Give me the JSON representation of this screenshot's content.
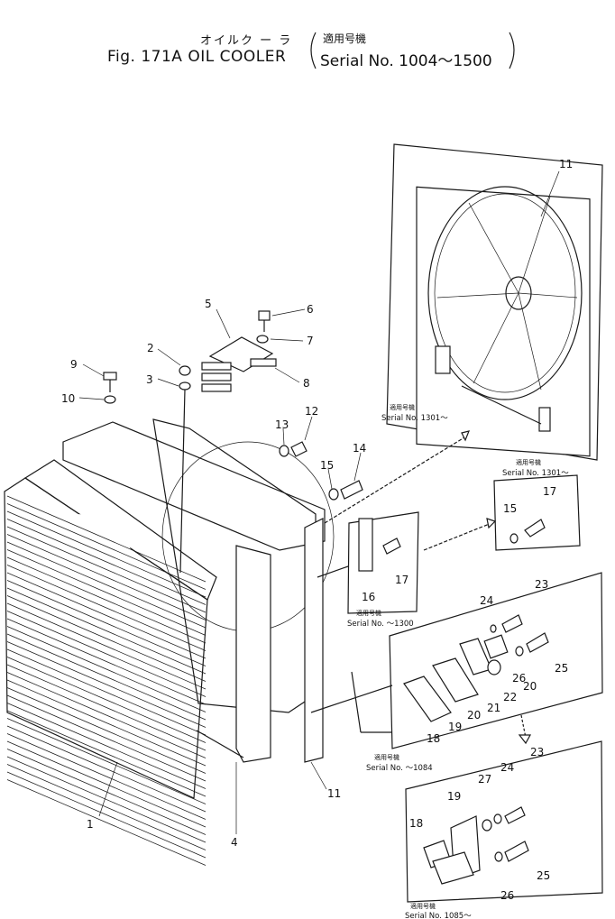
{
  "title": {
    "jp_main": "オイルク ー ラ",
    "jp_applicability": "適用号機",
    "figure": "Fig. 171A OIL COOLER",
    "serial_range": "Serial No. 1004～1500"
  },
  "applicability_notes": [
    {
      "jp": "適用号機",
      "serial": "Serial No. 1301～"
    },
    {
      "jp": "適用号機",
      "serial": "Serial No. 1301～"
    },
    {
      "jp": "適用号機",
      "serial": "Serial No. ～1300"
    },
    {
      "jp": "適用号機",
      "serial": "Serial No. ～1084"
    },
    {
      "jp": "適用号機",
      "serial": "Serial No. 1085～"
    }
  ],
  "callouts": [
    "1",
    "2",
    "3",
    "4",
    "5",
    "6",
    "7",
    "8",
    "9",
    "10",
    "11",
    "11",
    "12",
    "13",
    "14",
    "15",
    "15",
    "16",
    "17",
    "17",
    "18",
    "18",
    "19",
    "19",
    "20",
    "20",
    "21",
    "22",
    "23",
    "23",
    "24",
    "24",
    "25",
    "25",
    "26",
    "26",
    "27"
  ]
}
